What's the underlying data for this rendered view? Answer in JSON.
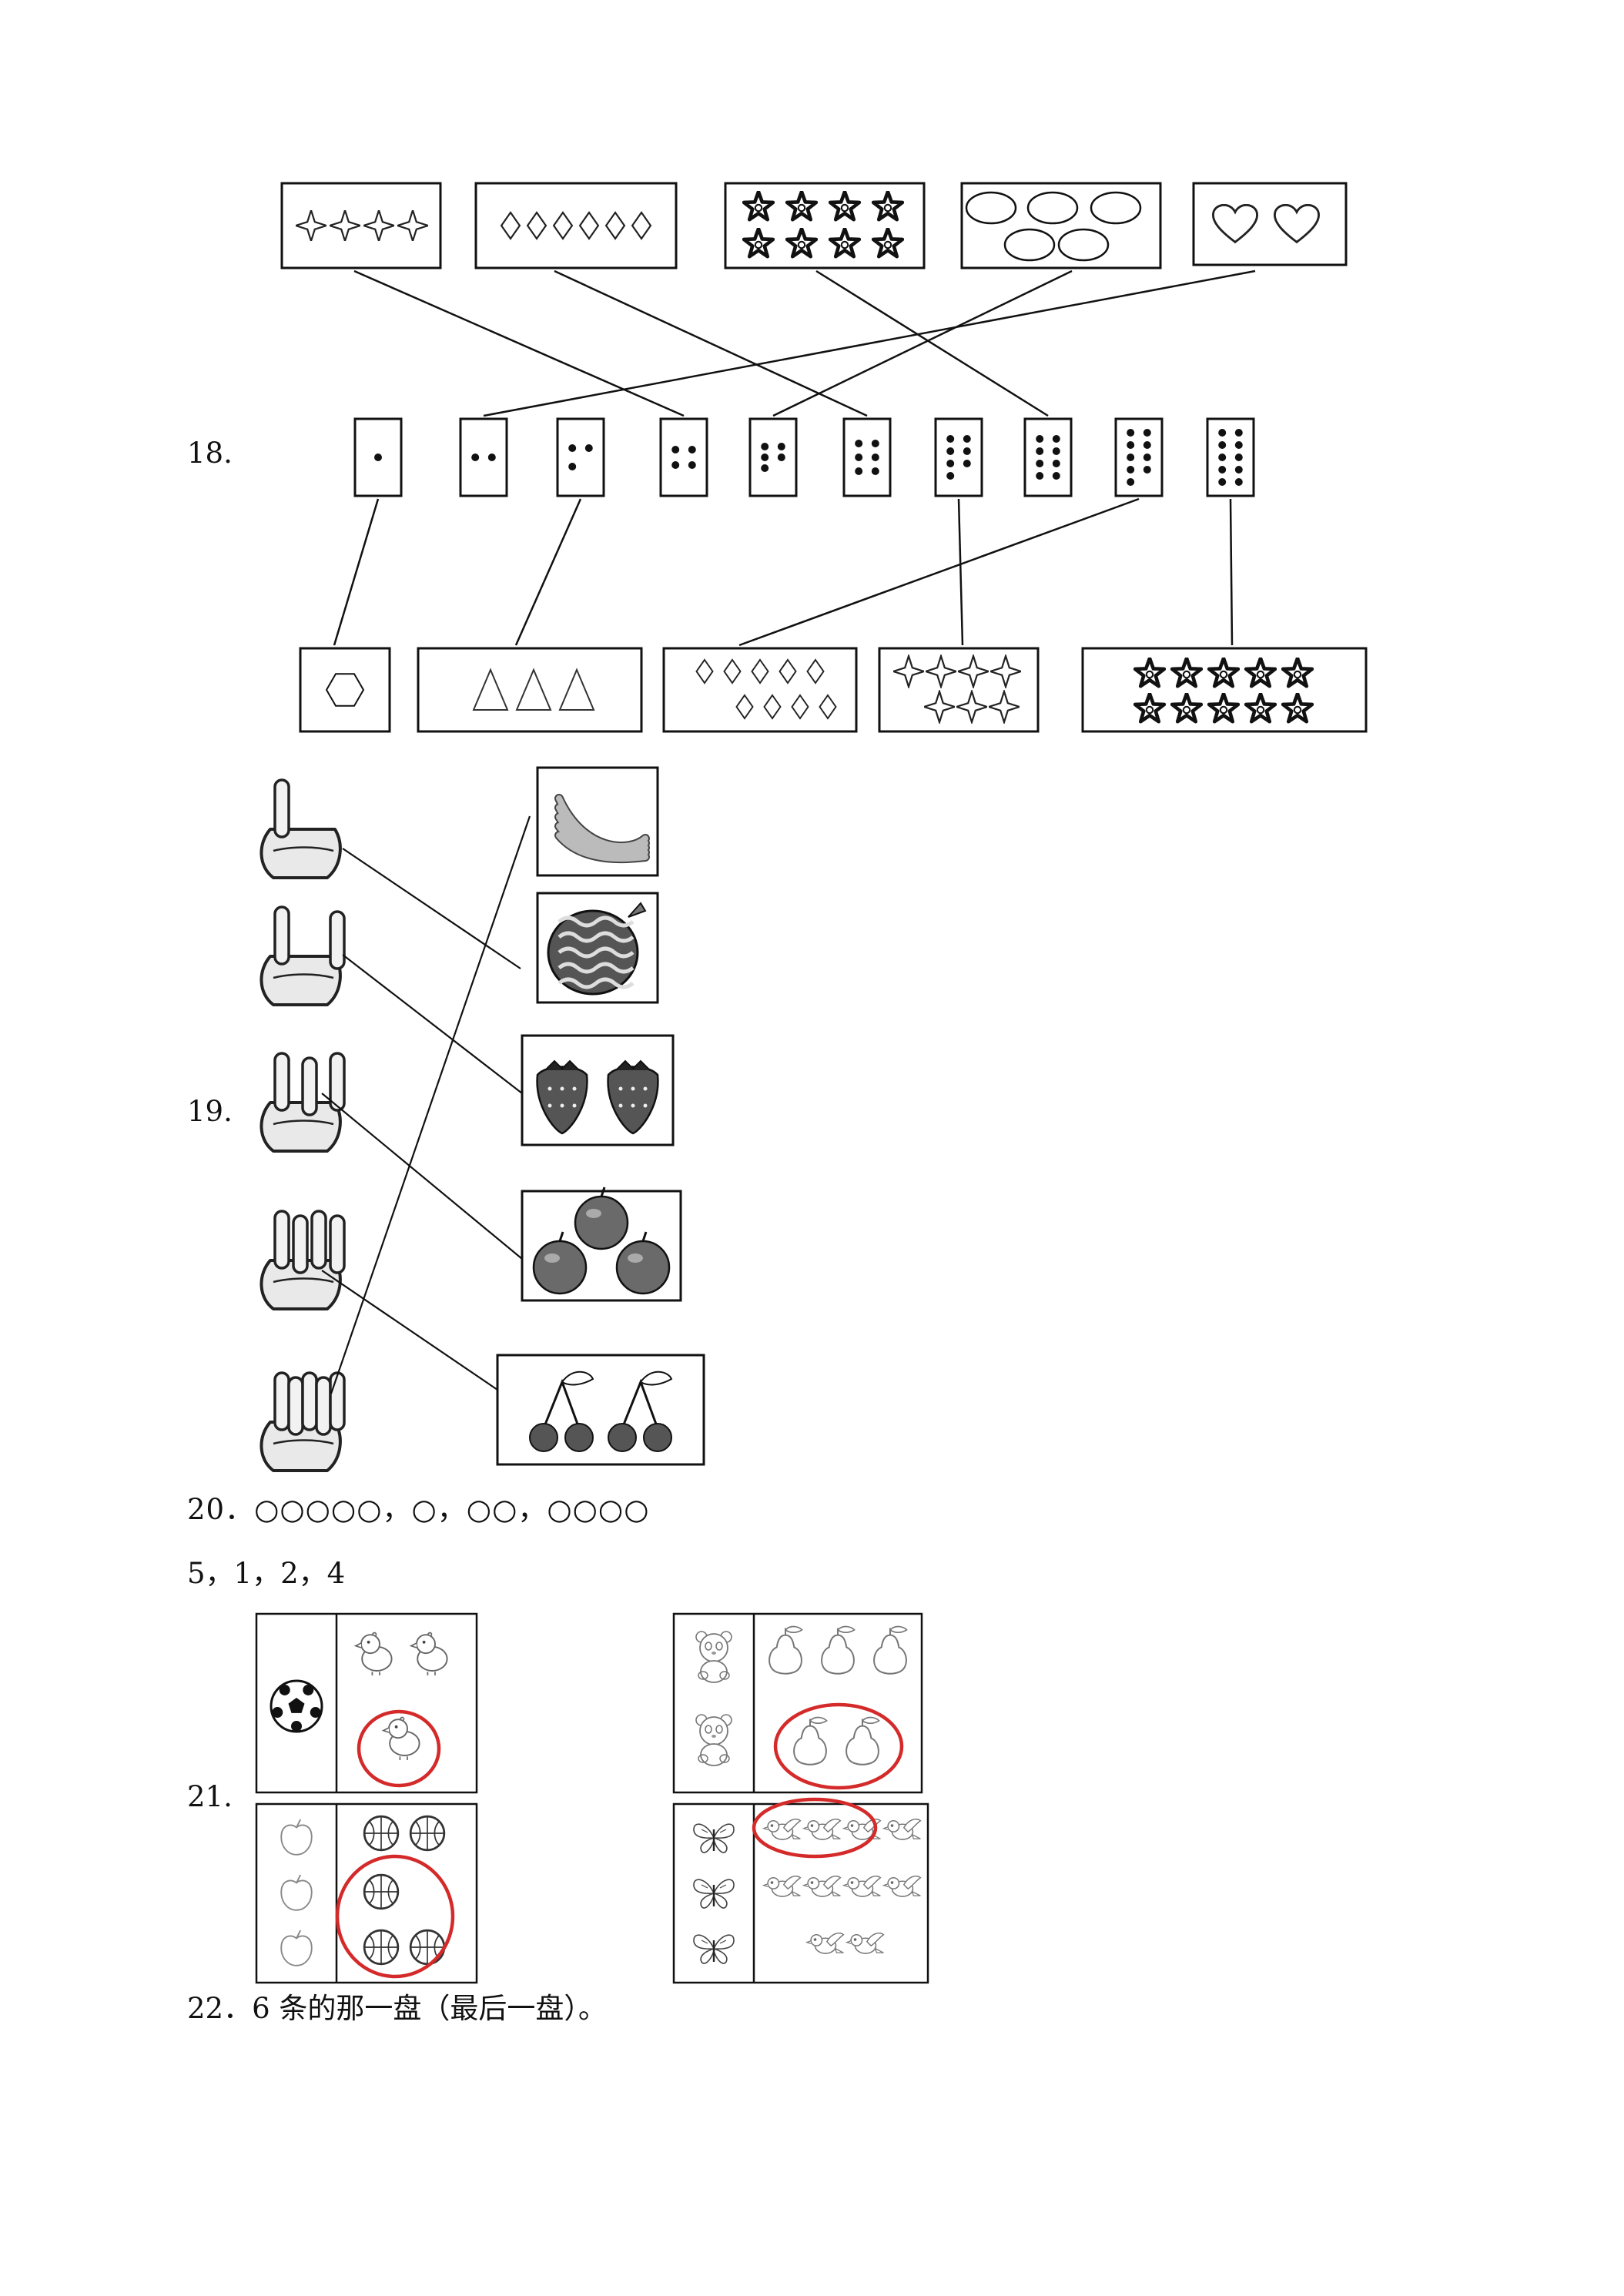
{
  "q18": {
    "number": "18.",
    "top_boxes": [
      {
        "name": "four-four-point-stars",
        "count": 4
      },
      {
        "name": "six-diamonds",
        "count": 6
      },
      {
        "name": "eight-stars",
        "count": 8
      },
      {
        "name": "five-ellipses",
        "count": 5
      },
      {
        "name": "two-hearts",
        "count": 2
      }
    ],
    "dot_cards": [
      1,
      2,
      3,
      4,
      5,
      6,
      7,
      8,
      9,
      10
    ],
    "bottom_boxes": [
      {
        "name": "one-hexagon",
        "count": 1
      },
      {
        "name": "three-triangles",
        "count": 3
      },
      {
        "name": "nine-diamonds",
        "count": 9
      },
      {
        "name": "seven-four-point-stars",
        "count": 7
      },
      {
        "name": "ten-stars",
        "count": 10
      }
    ],
    "top_matches": [
      [
        0,
        3
      ],
      [
        1,
        5
      ],
      [
        2,
        7
      ],
      [
        3,
        4
      ],
      [
        4,
        1
      ]
    ],
    "bottom_matches": [
      [
        0,
        0
      ],
      [
        1,
        2
      ],
      [
        2,
        8
      ],
      [
        3,
        6
      ],
      [
        4,
        9
      ]
    ]
  },
  "q19": {
    "number": "19.",
    "hands": [
      1,
      2,
      3,
      4,
      5
    ],
    "fruits": [
      {
        "name": "banana-bunch",
        "count": 1
      },
      {
        "name": "watermelon",
        "count": 1
      },
      {
        "name": "strawberries",
        "count": 2
      },
      {
        "name": "apples",
        "count": 3
      },
      {
        "name": "cherries",
        "count": 4
      }
    ],
    "matches": [
      [
        0,
        1
      ],
      [
        1,
        2
      ],
      [
        2,
        3
      ],
      [
        3,
        4
      ],
      [
        4,
        0
      ]
    ]
  },
  "q20": {
    "line1": "20．○○○○○，○，○○，○○○○",
    "line2": "5，1，2，4"
  },
  "q21": {
    "number": "21.",
    "panels": [
      {
        "name": "ball-chicks",
        "left": "football",
        "right": "chicks",
        "right_count": 3,
        "circled": 1
      },
      {
        "name": "panda-pears",
        "left": "panda",
        "left_count": 2,
        "right": "pears",
        "right_count": 5,
        "circled": 2
      },
      {
        "name": "apple-basketballs",
        "left": "apple",
        "left_count": 3,
        "right": "basketballs",
        "right_count": 5,
        "circled": 3
      },
      {
        "name": "butterfly-birds",
        "left": "butterfly",
        "left_count": 3,
        "right": "birds",
        "right_count": 10,
        "circled": 3
      }
    ],
    "circle_color": "#d42a2a"
  },
  "q22": {
    "text": "22．6 条的那一盘（最后一盘）。"
  }
}
